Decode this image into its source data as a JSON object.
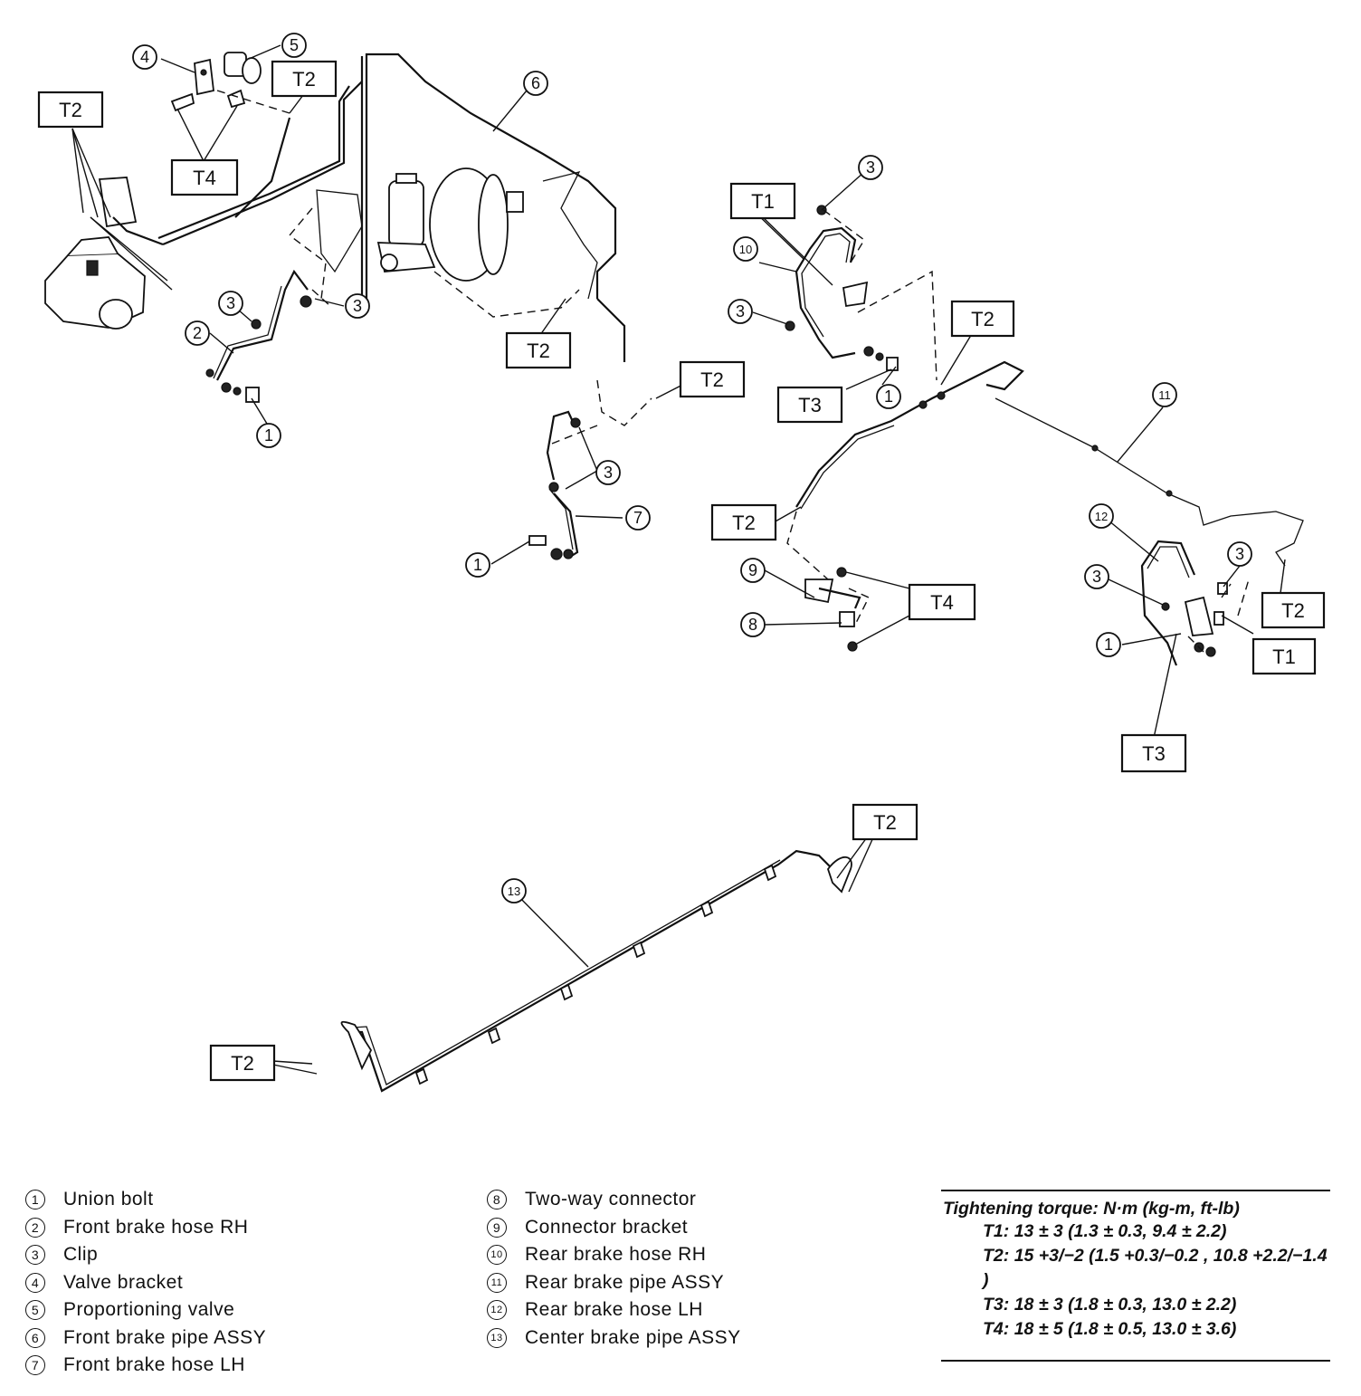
{
  "diagram": {
    "torque_tags": {
      "t1": "T1",
      "t2": "T2",
      "t3": "T3",
      "t4": "T4"
    },
    "callout_numbers": [
      "1",
      "2",
      "3",
      "4",
      "5",
      "6",
      "7",
      "8",
      "9",
      "10",
      "11",
      "12",
      "13"
    ]
  },
  "legend": {
    "left": [
      {
        "num": "1",
        "label": "Union bolt"
      },
      {
        "num": "2",
        "label": "Front brake hose RH"
      },
      {
        "num": "3",
        "label": "Clip"
      },
      {
        "num": "4",
        "label": "Valve bracket"
      },
      {
        "num": "5",
        "label": "Proportioning valve"
      },
      {
        "num": "6",
        "label": "Front brake pipe ASSY"
      },
      {
        "num": "7",
        "label": "Front brake hose LH"
      }
    ],
    "right": [
      {
        "num": "8",
        "label": "Two-way connector"
      },
      {
        "num": "9",
        "label": "Connector bracket"
      },
      {
        "num": "10",
        "label": "Rear brake hose RH"
      },
      {
        "num": "11",
        "label": "Rear brake pipe ASSY"
      },
      {
        "num": "12",
        "label": "Rear brake hose LH"
      },
      {
        "num": "13",
        "label": "Center brake pipe ASSY"
      }
    ]
  },
  "torque": {
    "heading": "Tightening torque: N·m (kg-m, ft-lb)",
    "rows": [
      {
        "tag": "T1",
        "value": "13 ± 3 (1.3 ± 0.3, 9.4 ± 2.2)"
      },
      {
        "tag": "T2",
        "value": "15 +3/−2 (1.5 +0.3/−0.2 , 10.8 +2.2/−1.4 )"
      },
      {
        "tag": "T3",
        "value": "18 ± 3 (1.8 ± 0.3, 13.0 ± 2.2)"
      },
      {
        "tag": "T4",
        "value": "18 ± 5 (1.8 ± 0.5, 13.0 ± 3.6)"
      }
    ]
  }
}
